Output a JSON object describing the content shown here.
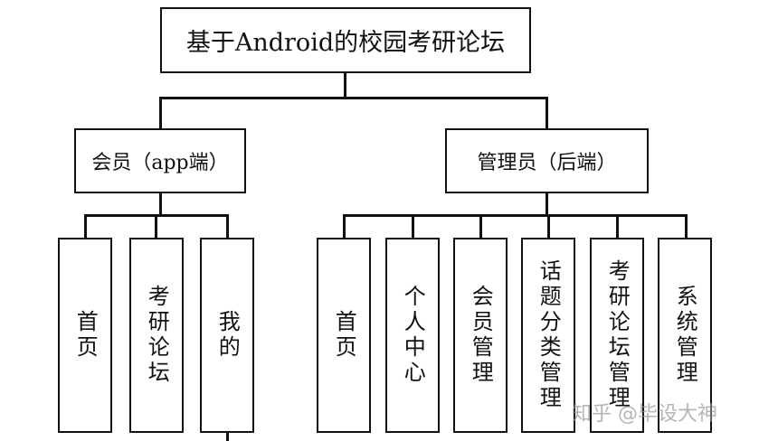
{
  "root": {
    "title": "基于Android的校园考研论坛"
  },
  "branches": [
    {
      "label": "会员（app端）",
      "children": [
        "首页",
        "考研论坛",
        "我的"
      ]
    },
    {
      "label": "管理员（后端）",
      "children": [
        "首页",
        "个人中心",
        "会员管理",
        "话题分类管理",
        "考研论坛管理",
        "系统管理"
      ]
    }
  ],
  "watermark": "知乎 @毕设大神"
}
